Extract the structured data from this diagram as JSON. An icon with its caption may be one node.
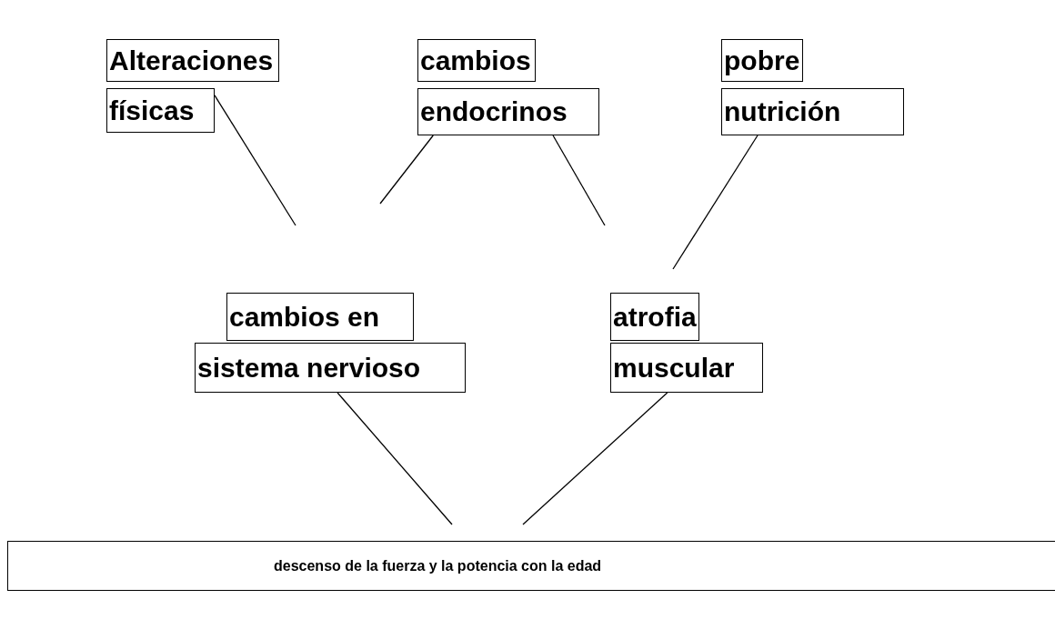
{
  "diagram": {
    "nodes": [
      {
        "text": [
          "Alteraciones"
        ]
      },
      {
        "text": [
          "físicas"
        ]
      },
      {
        "text": [
          "cambios"
        ]
      },
      {
        "text": [
          "endocrinos"
        ]
      },
      {
        "text": [
          "pobre"
        ]
      },
      {
        "text": [
          "nutrición"
        ]
      },
      {
        "text": [
          "cambios en"
        ]
      },
      {
        "text": [
          "sistema nervioso"
        ]
      },
      {
        "text": [
          "atrofia"
        ]
      },
      {
        "text": [
          "muscular"
        ]
      },
      {
        "text": [
          "descenso de la fuerza y la potencia con la edad"
        ]
      }
    ],
    "edges": [
      {
        "from": 1,
        "to": null,
        "arrow": "none"
      },
      {
        "from": 3,
        "to": null,
        "arrow": "none"
      },
      {
        "from": 3,
        "to": null,
        "arrow": "none"
      },
      {
        "from": 5,
        "to": null,
        "arrow": "none"
      },
      {
        "from": 7,
        "to": null,
        "arrow": "none"
      },
      {
        "from": 9,
        "to": null,
        "arrow": "none"
      }
    ]
  }
}
